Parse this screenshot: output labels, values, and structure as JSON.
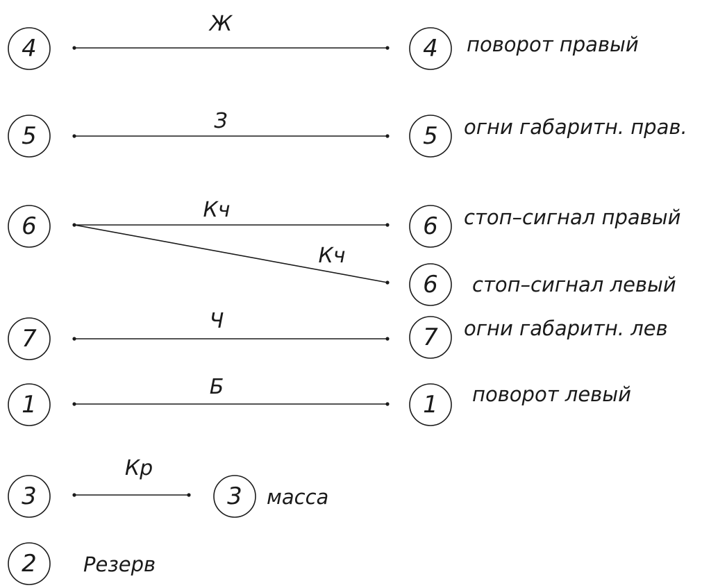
{
  "rows": [
    {
      "left_pin": "4",
      "wire": "Ж",
      "right_pin": "4",
      "function": "поворот правый"
    },
    {
      "left_pin": "5",
      "wire": "З",
      "right_pin": "5",
      "function": "огни габаритн. прав."
    },
    {
      "left_pin": "6",
      "wire": "Кч",
      "right_pin": "6",
      "function": "стоп–сигнал правый"
    },
    {
      "wire": "Кч",
      "right_pin": "6",
      "function": "стоп–сигнал левый"
    },
    {
      "left_pin": "7",
      "wire": "Ч",
      "right_pin": "7",
      "function": "огни габаритн. лев"
    },
    {
      "left_pin": "1",
      "wire": "Б",
      "right_pin": "1",
      "function": "поворот левый"
    },
    {
      "left_pin": "3",
      "wire": "Кр",
      "right_pin": "3",
      "function": "масса"
    },
    {
      "left_pin": "2",
      "function": "Резерв"
    }
  ]
}
